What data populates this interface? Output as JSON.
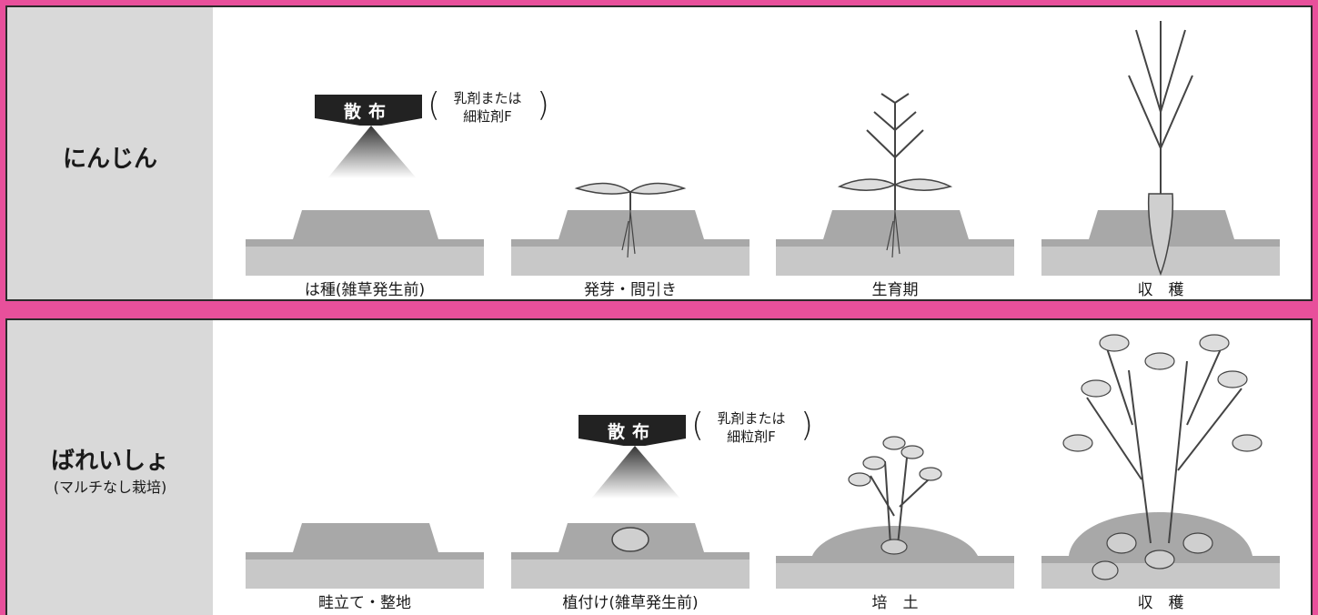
{
  "rows": [
    {
      "crop": "にんじん",
      "sub": "",
      "stages": [
        "は種(雑草発生前)",
        "発芽・間引き",
        "生育期",
        "収　穫"
      ]
    },
    {
      "crop": "ばれいしょ",
      "sub": "(マルチなし栽培)",
      "stages": [
        "畦立て・整地",
        "植付け(雑草発生前)",
        "培　土",
        "収　穫"
      ]
    }
  ],
  "spray": {
    "label": "散布",
    "note_line1": "乳剤または",
    "note_line2": "細粒剤F"
  },
  "colors": {
    "border": "#e8509b",
    "label_bg": "#d9d9d9",
    "soil": "#a8a8a8",
    "banner": "#222222"
  }
}
